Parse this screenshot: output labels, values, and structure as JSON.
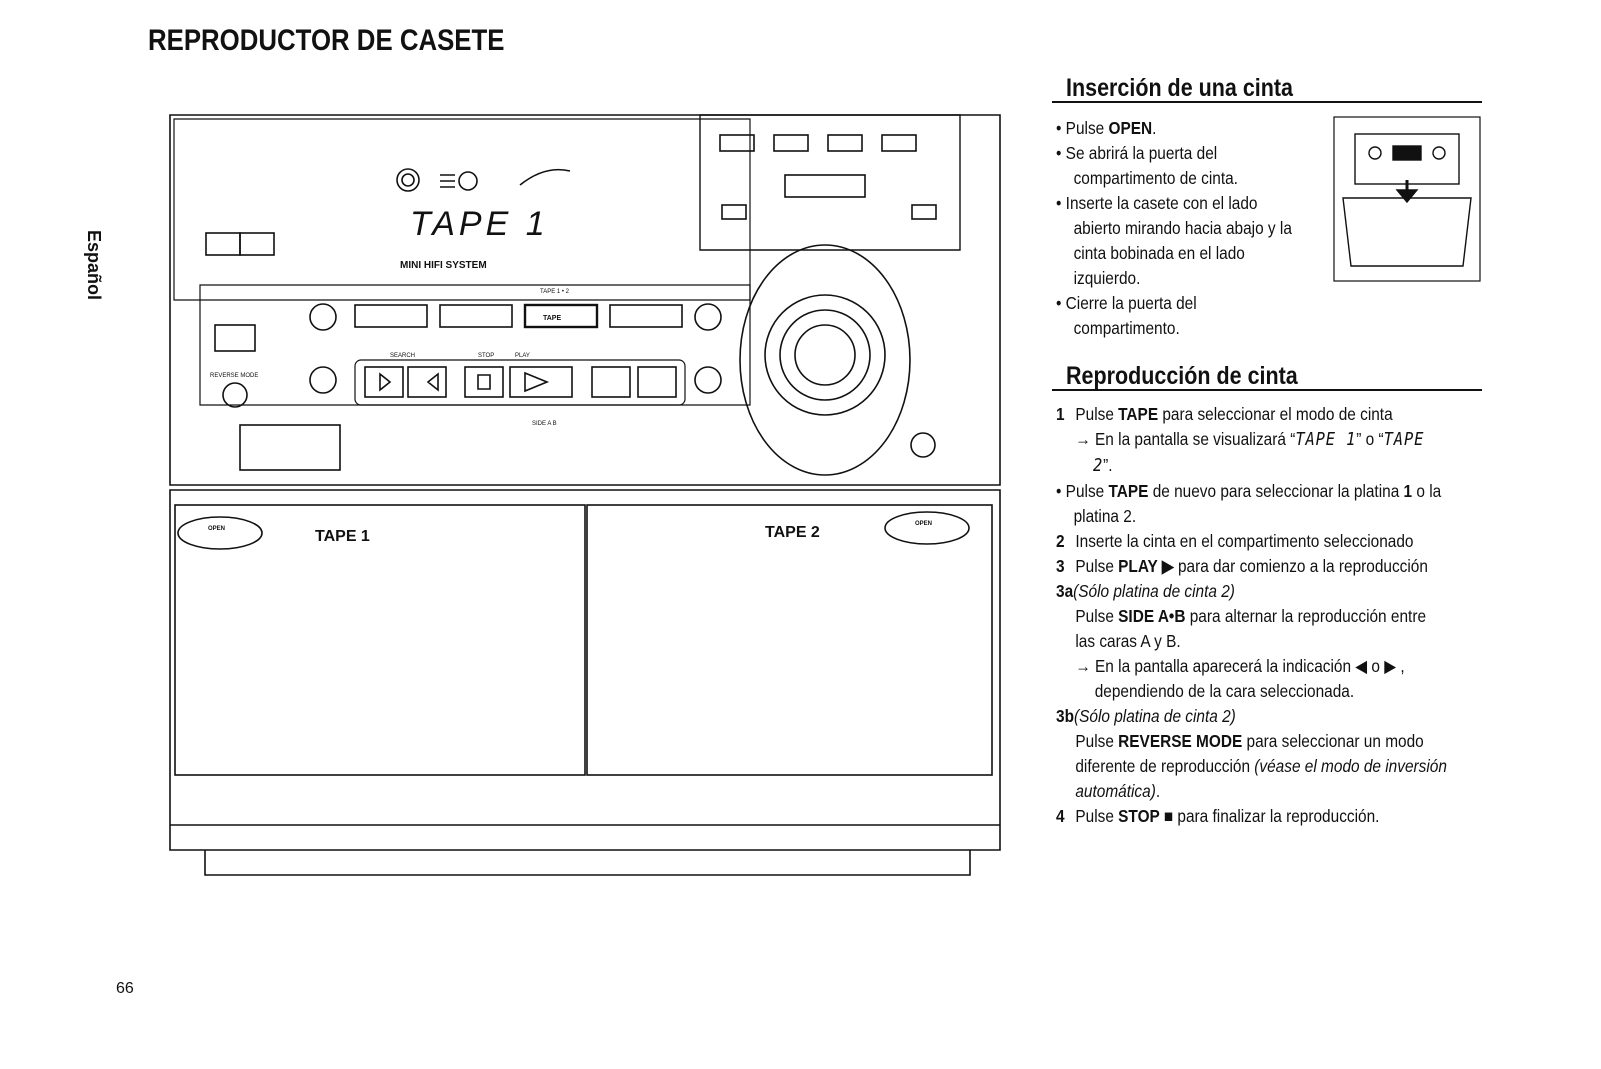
{
  "header": {
    "title": "REPRODUCTOR DE CASETE",
    "language_tab": "Español",
    "page_number": "66"
  },
  "device": {
    "display": "TAPE 1",
    "brand_label": "MINI HIFI SYSTEM",
    "button_tape12": "TAPE 1 • 2",
    "button_tape": "TAPE",
    "label_search": "SEARCH",
    "label_stop": "STOP",
    "label_play": "PLAY",
    "label_side": "SIDE A B",
    "label_reverse": "REVERSE MODE",
    "door_open": "OPEN",
    "deck1_label": "TAPE 1",
    "deck2_label": "TAPE 2"
  },
  "insert": {
    "title": "Inserción de una cinta",
    "b1_pre": "Pulse ",
    "b1_bold": "OPEN",
    "b1_post": ".",
    "b2_l1": "Se abrirá la puerta del",
    "b2_l2": "compartimento de cinta.",
    "b3_l1": "Inserte la casete con el lado",
    "b3_l2": "abierto mirando hacia abajo y la",
    "b3_l3": "cinta bobinada en el lado",
    "b3_l4": "izquierdo.",
    "b4_l1": "Cierre la puerta del",
    "b4_l2": "compartimento."
  },
  "play": {
    "title": "Reproducción de cinta",
    "s1_num": "1",
    "s1_pre": "Pulse ",
    "s1_bold": "TAPE",
    "s1_post": " para seleccionar el modo de cinta",
    "s1a_pre": "→ En la pantalla se visualizará “",
    "s1a_lcd1": "TAPE 1",
    "s1a_mid": "” o “",
    "s1a_lcd2": "TAPE",
    "s1a_lcd3": "2",
    "s1a_end": "”.",
    "b_pre": "Pulse ",
    "b_bold": "TAPE",
    "b_post": " de nuevo para seleccionar la platina ",
    "b_bold2": "1",
    "b_post2": " o la",
    "b_l2": "platina 2.",
    "s2_num": "2",
    "s2_text": "Inserte la cinta en el compartimento seleccionado",
    "s3_num": "3",
    "s3_pre": "Pulse ",
    "s3_bold": "PLAY ▶",
    "s3_post": " para dar comienzo a la reproducción",
    "s3a_num": "3a",
    "s3a_ital": "(Sólo platina de cinta 2)",
    "s3a_l1_pre": "Pulse ",
    "s3a_l1_bold": "SIDE A•B",
    "s3a_l1_post": " para alternar la reproducción entre",
    "s3a_l2": "las caras A y B.",
    "s3a_l3": "→ En la pantalla aparecerá la indicación ◀ o ▶ ,",
    "s3a_l4": "dependiendo de la cara seleccionada.",
    "s3b_num": "3b",
    "s3b_ital": "(Sólo platina de cinta 2)",
    "s3b_l1_pre": "Pulse ",
    "s3b_l1_bold": "REVERSE MODE",
    "s3b_l1_post": " para seleccionar un modo",
    "s3b_l2_pre": "diferente de reproducción ",
    "s3b_l2_ital": "(véase el modo de inversión",
    "s3b_l3_ital": "automática)",
    "s3b_l3_post": ".",
    "s4_num": "4",
    "s4_pre": "Pulse ",
    "s4_bold": "STOP ■",
    "s4_post": " para finalizar la reproducción."
  }
}
